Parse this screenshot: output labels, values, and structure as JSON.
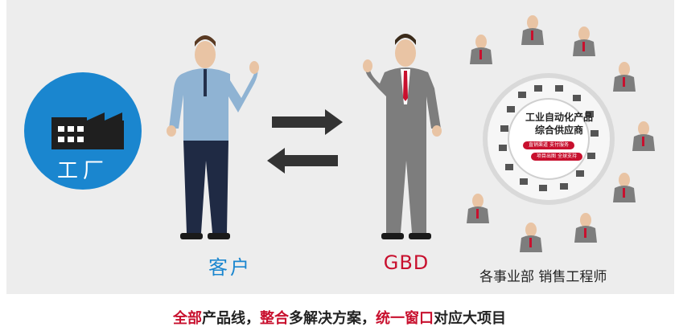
{
  "factory": {
    "label": "工厂",
    "color": "#1a86cf"
  },
  "client": {
    "label": "客户"
  },
  "gbd": {
    "label": "GBD"
  },
  "departments": {
    "label": "各事业部 销售工程师"
  },
  "hub": {
    "title_line1": "工业自动化产品",
    "title_line2": "综合供应商",
    "pill1": "直销渠道 支付服务",
    "pill2": "项目出图 全球支持"
  },
  "caption": {
    "part1_red": "全部",
    "part2": "产品线，",
    "part3_red": "整合",
    "part4": "多解决方案，",
    "part5_red": "统一窗口",
    "part6": "对应大项目"
  },
  "colors": {
    "accent_blue": "#1a86cf",
    "accent_red": "#c8102e",
    "background": "#ededed"
  }
}
